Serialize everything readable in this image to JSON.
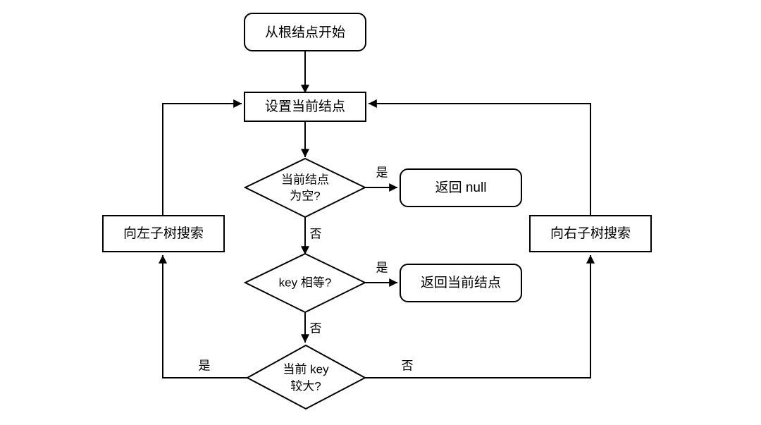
{
  "diagram": {
    "type": "flowchart",
    "background_color": "#ffffff",
    "stroke_color": "#000000",
    "text_color": "#000000",
    "nodes": {
      "start": {
        "label": "从根结点开始",
        "shape": "rounded-rectangle"
      },
      "set_current": {
        "label": "设置当前结点",
        "shape": "rectangle"
      },
      "is_null": {
        "label_line1": "当前结点",
        "label_line2": "为空?",
        "shape": "diamond"
      },
      "return_null": {
        "label": "返回 null",
        "shape": "rounded-rectangle"
      },
      "key_equal": {
        "label": "key 相等?",
        "shape": "diamond"
      },
      "return_current": {
        "label": "返回当前结点",
        "shape": "rounded-rectangle"
      },
      "key_greater": {
        "label_line1": "当前 key",
        "label_line2": "较大?",
        "shape": "diamond"
      },
      "search_left": {
        "label": "向左子树搜索",
        "shape": "rectangle"
      },
      "search_right": {
        "label": "向右子树搜索",
        "shape": "rectangle"
      }
    },
    "edge_labels": {
      "is_null_yes": "是",
      "is_null_no": "否",
      "key_equal_yes": "是",
      "key_equal_no": "否",
      "key_greater_yes": "是",
      "key_greater_no": "否"
    }
  }
}
